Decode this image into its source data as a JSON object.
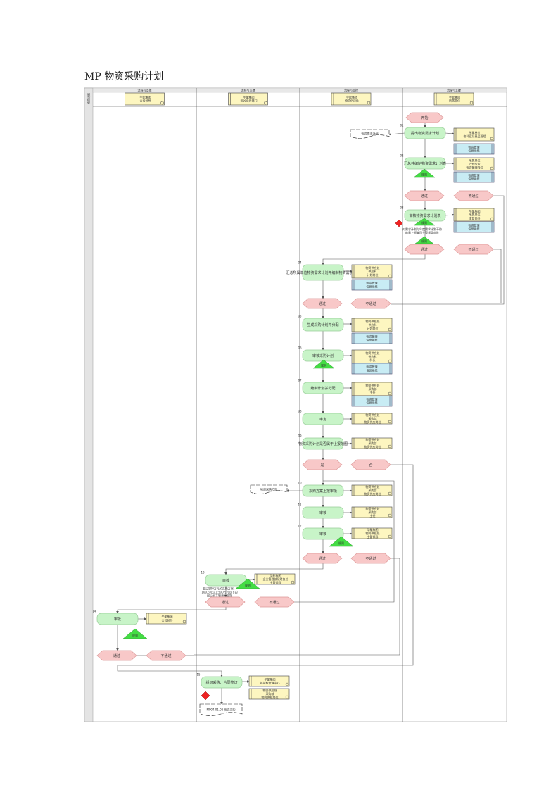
{
  "page": {
    "title": "MP  物资采购计划"
  },
  "swimlane": {
    "side_label": "物资计划",
    "lanes": [
      {
        "header": "流程与支撑",
        "role": "公司领导",
        "org": "华能集团"
      },
      {
        "header": "流程与支撑",
        "role": "相关业务部门",
        "org": "华能集团"
      },
      {
        "header": "流程与支撑",
        "role": "物资供应处",
        "org": "华能集团"
      },
      {
        "header": "流程与支撑",
        "role": "所属单位",
        "org": "华能集团"
      }
    ]
  },
  "colors": {
    "process": "#c8f4c8",
    "event": "#f8c8c8",
    "role": "#fdf6c0",
    "system": "#c8ecf4",
    "rule": "#44dd44",
    "warning": "#ee2222",
    "line": "#555555"
  },
  "steps": {
    "s1": {
      "num": "01",
      "label": "提出物资需求计划"
    },
    "s2": {
      "num": "02",
      "label": "汇总并编制物资需求计划表"
    },
    "s3": {
      "num": "03",
      "label": "审核物资需求计划表"
    },
    "s4": {
      "num": "04",
      "label": "汇总所属单位物资需求计划并编制物资需求计划"
    },
    "s5": {
      "num": "05",
      "label": "生成采购计划并分配"
    },
    "s6": {
      "num": "06",
      "label": "审核采购计划"
    },
    "s7": {
      "num": "07",
      "label": "编制计划并分配"
    },
    "s8": {
      "num": "08",
      "label": "审定"
    },
    "s9": {
      "num": "09",
      "label": "物资采购计划是否属于上报范围"
    },
    "s10": {
      "num": "10",
      "label": "采购方案上报审批"
    },
    "s11": {
      "num": "11",
      "label": "审核"
    },
    "s12": {
      "num": "12",
      "label": "审核"
    },
    "s13": {
      "num": "13",
      "label": "审核"
    },
    "s14": {
      "num": "14",
      "label": "审批"
    },
    "s15": {
      "num": "15",
      "label": "组织采购、合同签订"
    }
  },
  "events": {
    "start": "开始",
    "pass": "通过",
    "fail": "不通过",
    "yes": "是",
    "no": "否"
  },
  "docs": {
    "demand_plan": "物资需求计划",
    "procure_plan": "物资采购方案",
    "mp04": "MP04.01.02 物资采购"
  },
  "roles": {
    "r1": "所属单位\n各科室及基层班组",
    "r2": "所属单位\n计划专责\n物资管理岗位",
    "r3": "华能集团\n所属单位\n主管领导",
    "r4": "物资供应处\n供应科\n计划岗位",
    "r5": "物资供应处\n供应科\n计划岗位",
    "r6": "物资供应处\n供应科\n科长",
    "r7": "物资供应处\n采购部\n主任",
    "r8": "物资供应处\n采购部\n物资供应岗位",
    "r9": "物资供应处\n采购部\n物资供应岗位",
    "r10": "物资供应处\n采购部\n物资供应岗位",
    "r11": "物资供应处\n采购部\n主任",
    "r12": "华能集团\n物资供应处\n主管领导",
    "r13": "华能集团\n企业管理部及财务处\n主管领导",
    "r14": "华能集团\n公司领导",
    "r15": "华能集团\n招投标管理中心",
    "r16": "物资供应处\n采购部\n物资供应岗位"
  },
  "systems": {
    "erp": "物资管理\n信息系统"
  },
  "rules": {
    "rule": "规则",
    "n1": "注：\n审核"
  },
  "notes": {
    "n3": "对需求计划与年度需求计划不符\n的需上报集团主管领导审批",
    "n13": "超过500万元的采购方案，\n100万元以上500万元以下的\n报公司主管领导审批"
  }
}
